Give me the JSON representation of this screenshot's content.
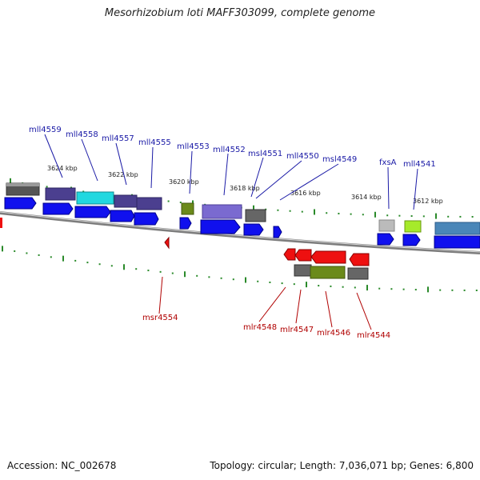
{
  "title": "Mesorhizobium loti MAFF303099, complete genome",
  "footer": {
    "accession": "Accession: NC_002678",
    "summary": "Topology: circular; Length: 7,036,071 bp; Genes: 6,800"
  },
  "colors": {
    "forward_label": "#1a1aa6",
    "reverse_label": "#b00000",
    "forward_arrow": "#1010ee",
    "reverse_arrow": "#ee1010",
    "tick": "#2a8a2a",
    "backbone": "#8a8a8a"
  },
  "kbp_labels": [
    "3624 kbp",
    "3622 kbp",
    "3620 kbp",
    "3618 kbp",
    "3616 kbp",
    "3614 kbp",
    "3612 kbp"
  ],
  "forward_genes": [
    "mll4559",
    "mll4558",
    "mll4557",
    "mll4555",
    "mll4553",
    "mll4552",
    "msl4551",
    "mll4550",
    "msl4549",
    "fxsA",
    "mll4541"
  ],
  "reverse_genes": [
    "msr4554",
    "mlr4548",
    "mlr4547",
    "mlr4546",
    "mlr4544"
  ]
}
